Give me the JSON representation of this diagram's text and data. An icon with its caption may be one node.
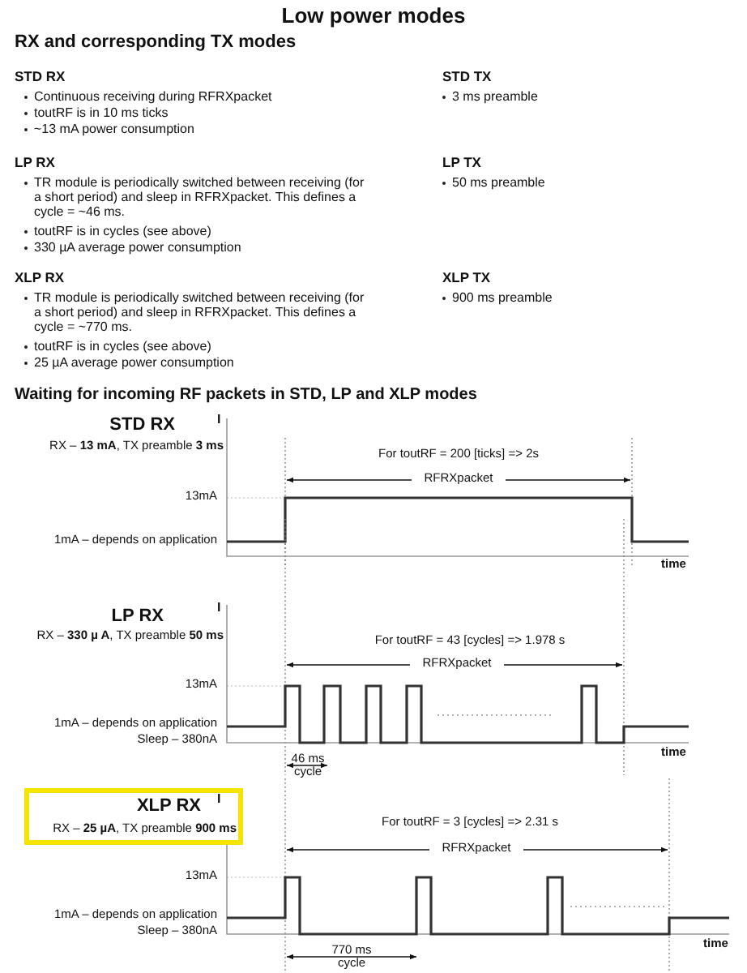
{
  "diagram": {
    "title": "Low power modes",
    "nodes": [
      {
        "text": [
          "XLP RX",
          "RX – **25 µA**, TX preamble **900 ms**"
        ]
      }
    ],
    "edges": [],
    "labels": [
      "RX and corresponding TX modes",
      "STD RX",
      "Continuous receiving during RFRXpacket",
      "toutRF is in 10 ms ticks",
      "~13 mA power consumption",
      "STD TX",
      "3 ms preamble",
      "LP RX",
      "TR module is periodically switched between receiving (for a short period) and sleep in RFRXpacket. This defines a cycle = ~46 ms.",
      "toutRF is in cycles (see above)",
      "330 µA average power consumption",
      "LP TX",
      "50 ms preamble",
      "XLP RX",
      "TR module is periodically switched between receiving (for a short period) and sleep in RFRXpacket. This defines a cycle = ~770 ms.",
      "toutRF is in cycles (see above)",
      "25 µA average power consumption",
      "XLP TX",
      "900 ms preamble",
      "Waiting for incoming RF packets in STD, LP and XLP modes",
      "STD RX",
      "RX – **13 mA**, TX preamble **3 ms**",
      "I",
      "For toutRF = 200 [ticks] => 2s",
      "RFRXpacket",
      "13mA",
      "1mA – depends on application",
      "time",
      "LP RX",
      "RX – **330 µ A**, TX preamble **50 ms**",
      "I",
      "For toutRF = 43 [cycles] => 1.978 s",
      "RFRXpacket",
      "13mA",
      "1mA – depends on application",
      "Sleep – 380nA",
      "time",
      "46 ms cycle",
      "I",
      "For toutRF = 3 [cycles] => 2.31 s",
      "RFRXpacket",
      "13mA",
      "1mA – depends on application",
      "Sleep – 380nA",
      "time",
      "770 ms cycle"
    ]
  }
}
